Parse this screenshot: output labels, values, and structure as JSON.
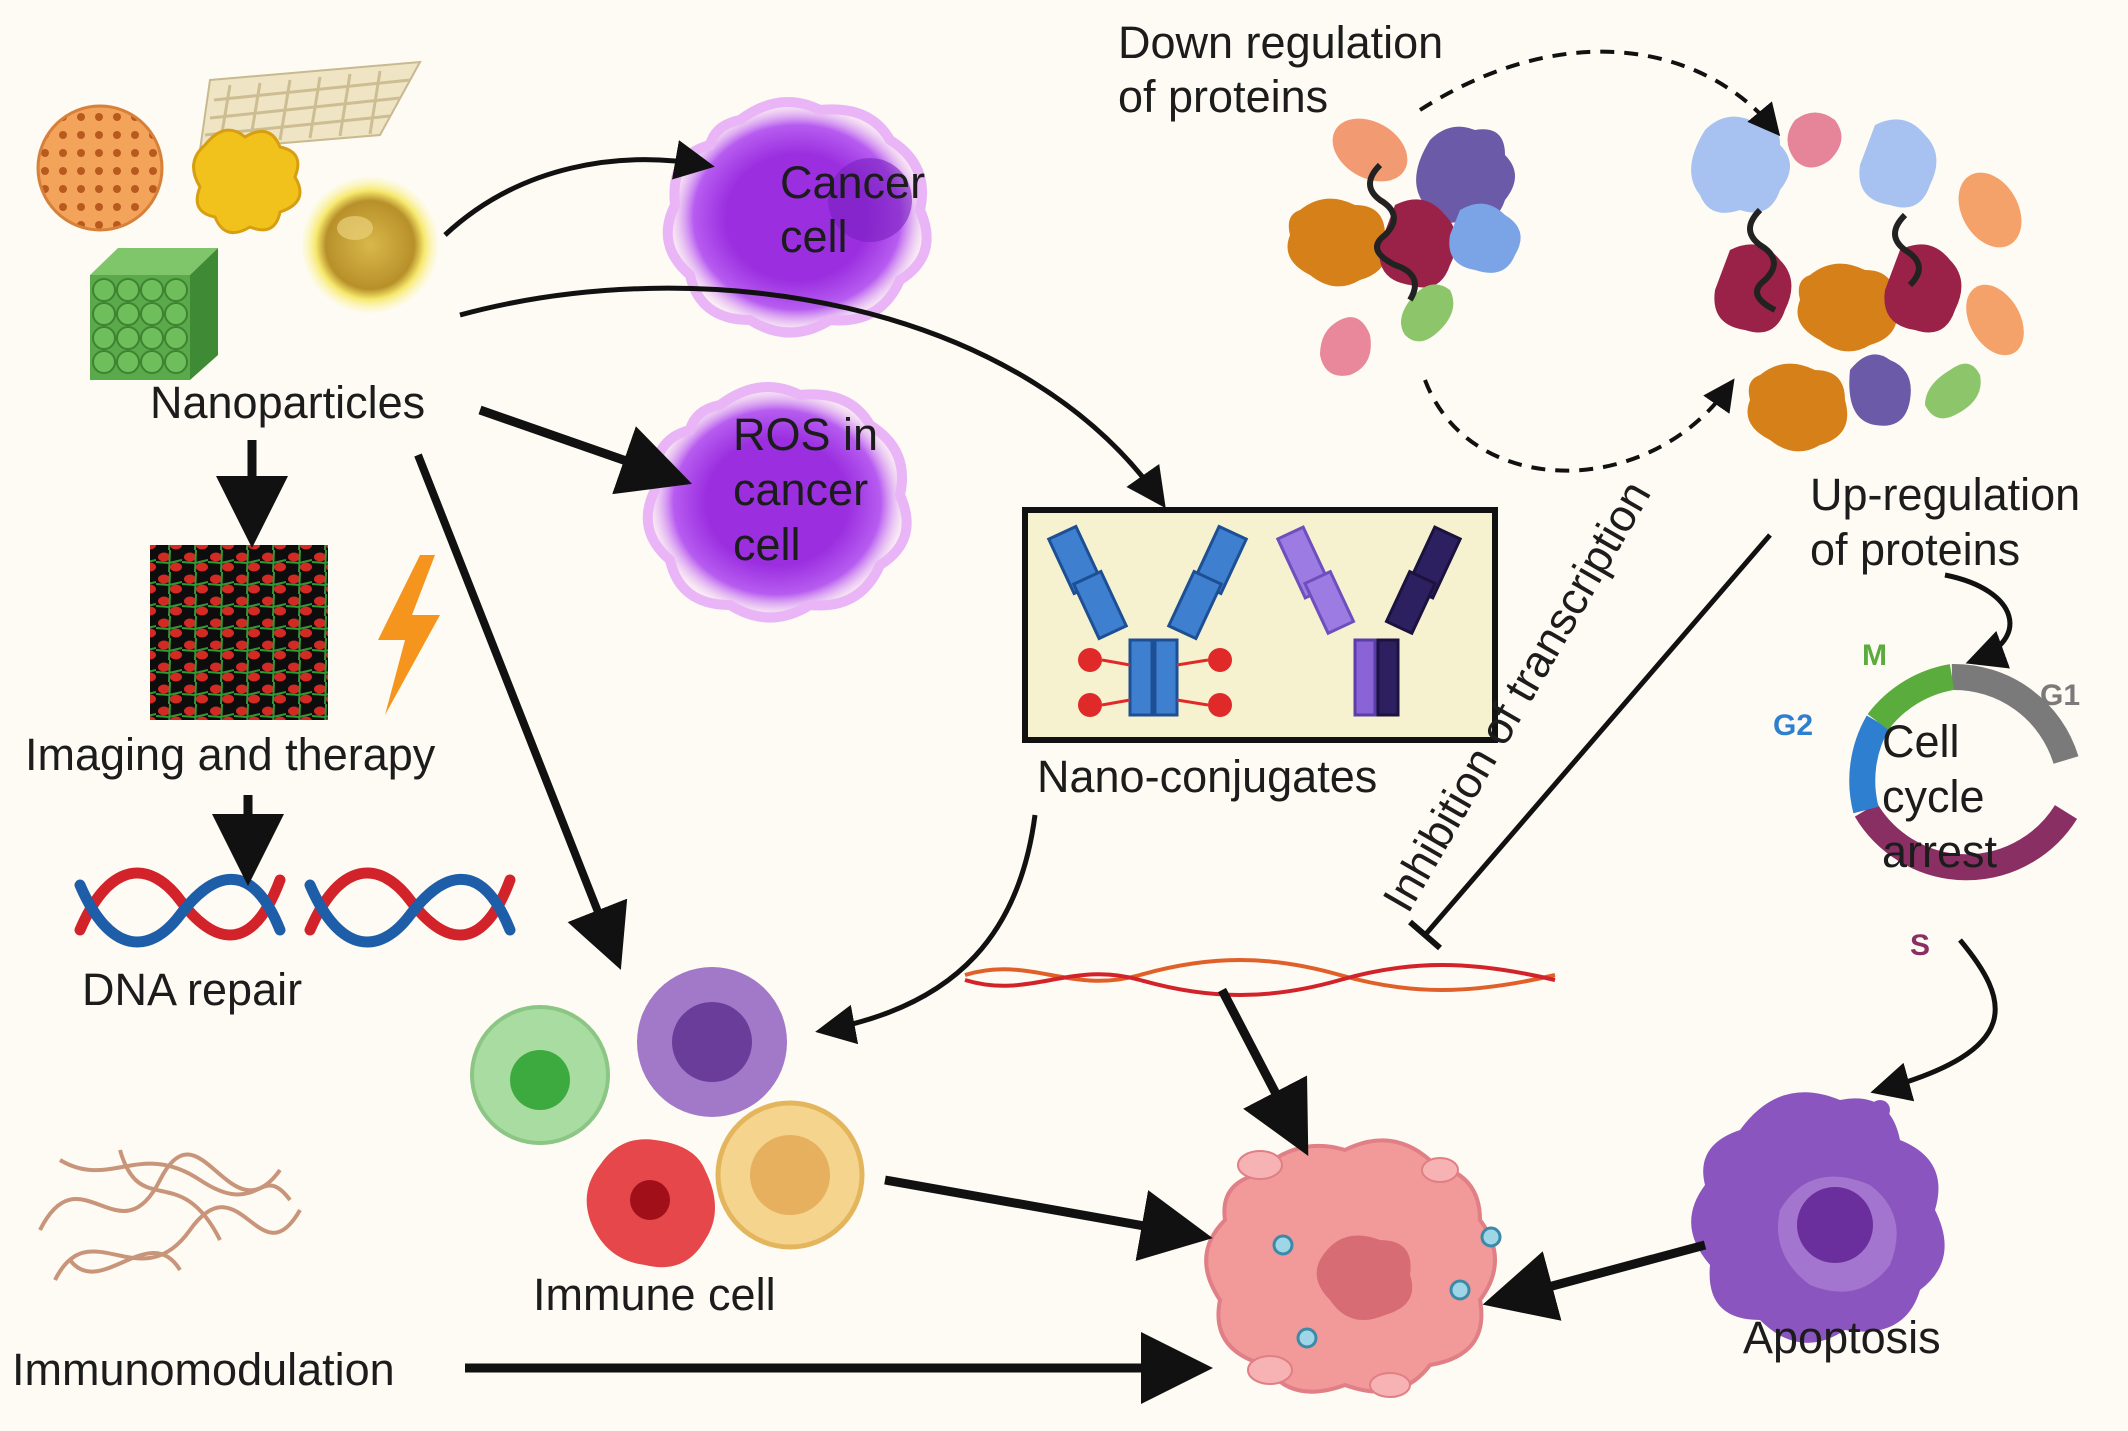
{
  "labels": {
    "nanoparticles": "Nanoparticles",
    "cancer_cell_1": "Cancer",
    "cancer_cell_2": "cell",
    "ros_1": "ROS in",
    "ros_2": "cancer",
    "ros_3": "cell",
    "imaging": "Imaging and therapy",
    "dna_repair": "DNA repair",
    "nano_conjugates": "Nano-conjugates",
    "immune_cell": "Immune cell",
    "immunomodulation": "Immunomodulation",
    "down_reg_1": "Down regulation",
    "down_reg_2": "of proteins",
    "up_reg_1": "Up-regulation",
    "up_reg_2": "of proteins",
    "inhibition": "Inhibition of transcription",
    "cycle_1": "Cell",
    "cycle_2": "cycle",
    "cycle_3": "arrest",
    "apoptosis": "Apoptosis"
  },
  "cell_cycle": {
    "phases": [
      "M",
      "G1",
      "S",
      "G2"
    ],
    "colors": {
      "M": "#5aac3c",
      "G1": "#7a7a7a",
      "S": "#8a2f63",
      "G2": "#2f7fd0"
    }
  },
  "colors": {
    "background": "#fdfbf3",
    "cancer_cell": "#9b2fe0",
    "tumor": "#f29a9a",
    "dna_red": "#d3232a",
    "dna_blue": "#1e5ea8"
  }
}
